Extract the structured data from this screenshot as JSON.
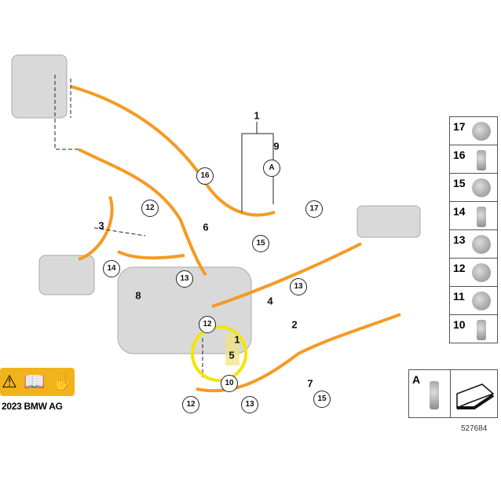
{
  "diagram": {
    "callouts": [
      "1",
      "9",
      "A",
      "17",
      "16",
      "6",
      "12",
      "3",
      "14",
      "8",
      "13",
      "15",
      "13",
      "4",
      "12",
      "2",
      "1",
      "5",
      "10",
      "7",
      "15",
      "13",
      "12"
    ],
    "highlight_color": "#f5e400",
    "cable_color": "#f59a23"
  },
  "panel": {
    "items": [
      "17",
      "16",
      "15",
      "14",
      "13",
      "12",
      "11",
      "10"
    ],
    "a_label": "A",
    "ref_number": "527684"
  },
  "footer": {
    "copyright": "2023 BMW AG",
    "warning_icons": [
      "high-voltage-icon",
      "read-manual-icon",
      "no-touch-icon"
    ]
  }
}
